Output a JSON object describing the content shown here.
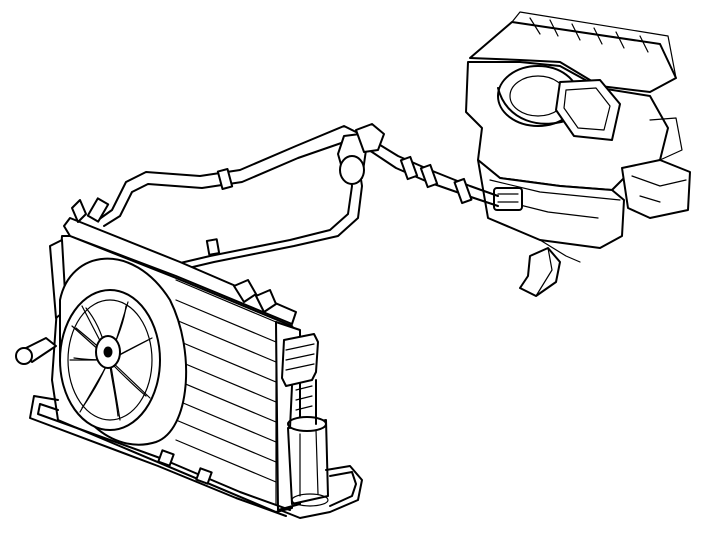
{
  "diagram": {
    "style": "black line-art technical illustration on white background",
    "components": [
      {
        "id": "hvac-module",
        "icon": "hvac-evaporator-case-icon"
      },
      {
        "id": "radiator-core",
        "icon": "radiator-icon"
      },
      {
        "id": "cooling-fan",
        "icon": "fan-icon"
      },
      {
        "id": "accumulator",
        "icon": "accumulator-canister-icon"
      },
      {
        "id": "suction-line",
        "icon": "hose-icon"
      },
      {
        "id": "liquid-line",
        "icon": "pipe-icon"
      }
    ]
  }
}
